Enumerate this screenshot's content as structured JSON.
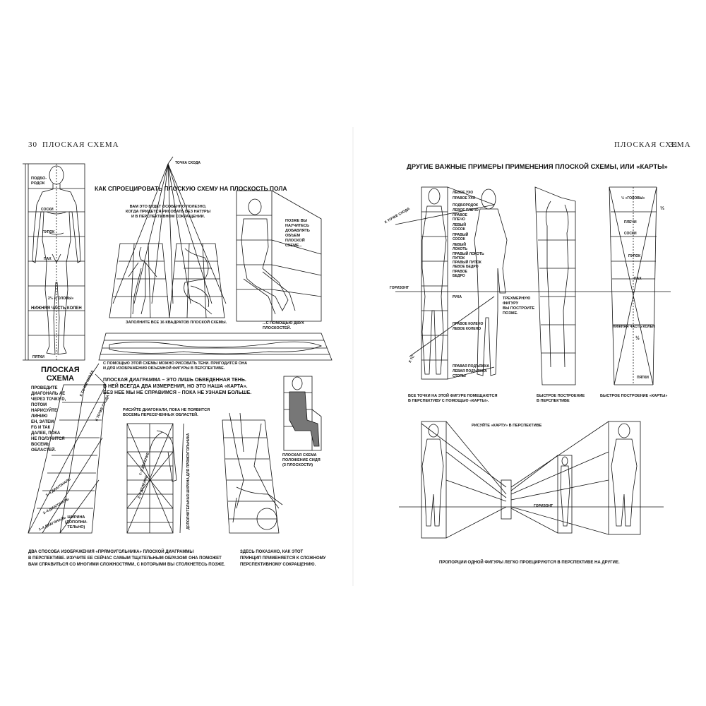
{
  "left_page": {
    "page_number": "30",
    "running_head": "ПЛОСКАЯ СХЕМА",
    "figure1_labels": {
      "podborodok": "ПОДБО-\nРОДОК",
      "soski": "СОСКИ",
      "pupok": "ПУПОК",
      "pakh": "ПАХ",
      "golovy": "2⅓ «ГОЛОВЫ»",
      "nizhnyaya": "НИЖНЯЯ ЧАСТЬ КОЛЕН",
      "pyatki": "ПЯТКИ"
    },
    "ploskaya_shema": {
      "title": "ПЛОСКАЯ\nСХЕМА",
      "body": "ПРОВЕДИТЕ\nДИАГОНАЛЬ AE\nЧЕРЕЗ ТОЧКУ D,\nПОТОМ\nНАРИСУЙТЕ\nЛИНИЮ\nEH, ЗАТЕМ\nFG И ТАК\nДАЛЕЕ, ПОКА\nНЕ ПОЛУЧИТСЯ\nВОСЕМЬ\nОБЛАСТЕЙ."
    },
    "tochka_skhoda": "ТОЧКА СХОДА",
    "projection_heading": "КАК СПРОЕЦИРОВАТЬ ПЛОСКУЮ СХЕМУ НА ПЛОСКОСТЬ ПОЛА",
    "caption_useful": "ВАМ ЭТО БУДЕТ ОСОБЕННО ПОЛЕЗНО,\nКОГДА ПРИДЕТСЯ РИСОВАТЬ БЕЗ НАТУРЫ\nИ В ПЕРСПЕКТИВНОМ СОКРАЩЕНИИ.",
    "caption_later": "ПОЗЖЕ ВЫ\nНАУЧИТЕСЬ\nДОБАВЛЯТЬ\nОБЪЕМ\nПЛОСКОЙ\nСХЕМЕ...",
    "caption_fill": "ЗАПОЛНИТЕ ВСЕ 16 КВАДРАТОВ ПЛОСКОЙ СХЕМЫ.",
    "caption_planes": "...С ПОМОЩЬЮ ДВУХ\nПЛОСКОСТЕЙ.",
    "caption_shadows": "С ПОМОЩЬЮ ЭТОЙ СХЕМЫ МОЖНО РИСОВАТЬ ТЕНИ. ПРИГОДИТСЯ ОНА\nИ ДЛЯ ИЗОБРАЖЕНИЯ ОБЪЕМНОЙ ФИГУРЫ В ПЕРСПЕКТИВЕ.",
    "caption_flat": "ПЛОСКАЯ ДИАГРАММА – ЭТО ЛИШЬ ОБВЕДЕННАЯ ТЕНЬ.\nВ НЕЙ ВСЕГДА ДВА ИЗМЕРЕНИЯ, НО ЭТО НАША «КАРТА».\nБЕЗ НЕЕ МЫ НЕ СПРАВИМСЯ – ПОКА НЕ УЗНАЕМ БОЛЬШЕ.",
    "caption_diagonals": "РИСУЙТЕ ДИАГОНАЛИ, ПОКА НЕ ПОЯВИТСЯ\nВОСЕМЬ ПЕРЕСЕЧЕННЫХ ОБЛАСТЕЙ.",
    "caption_sitting": "ПЛОСКАЯ СХЕМА\nПОЛОЖЕНИЕ СИДЯ\n(3 ПЛОСКОСТИ)",
    "diagram_labels": {
      "k_tochke1": "К ТОЧКЕ СХОДА",
      "k_tochke2": "К ТОЧКЕ СХОДА",
      "diag_3_4": "3–4 ДИАГОНАЛЬ",
      "diag_2_4": "2–4 ДИАГОНАЛЬ",
      "diag_1_4": "1–4 ДИАГОНАЛЬ",
      "shirina": "ШИРИНА\n(ДОПОЛНИ-\nТЕЛЬНО)",
      "del_1_2": "1–2 ДЕЛЕНИЕ",
      "del_2_3": "2–3 ДЕЛЕНИЕ",
      "dop_shirina": "ДОПОЛНИТЕЛЬНАЯ ШИРИНА ДЛЯ ПРЯМОУГОЛЬНИКА"
    },
    "bottom_caption_left": "ДВА СПОСОБА ИЗОБРАЖЕНИЯ «ПРЯМОУГОЛЬНИКА» ПЛОСКОЙ ДИАГРАММЫ\nВ ПЕРСПЕКТИВЕ. ИЗУЧИТЕ ЕЕ СЕЙЧАС САМЫМ ТЩАТЕЛЬНЫМ ОБРАЗОМ! ОНА ПОМОЖЕТ\nВАМ СПРАВИТЬСЯ СО МНОГИМИ СЛОЖНОСТЯМИ, С КОТОРЫМИ ВЫ СТОЛКНЕТЕСЬ ПОЗЖЕ.",
    "bottom_caption_right": "ЗДЕСЬ ПОКАЗАНО, КАК ЭТОТ\nПРИНЦИП ПРИМЕНЯЕТСЯ К СЛОЖНОМУ\nПЕРСПЕКТИВНОМУ СОКРАЩЕНИЮ."
  },
  "right_page": {
    "page_number": "31",
    "running_head": "ПЛОСКАЯ СХЕМА",
    "heading": "ДРУГИЕ ВАЖНЫЕ ПРИМЕРЫ ПРИМЕНЕНИЯ ПЛОСКОЙ СХЕМЫ, ИЛИ «КАРТЫ»",
    "body_labels": [
      "ЛЕВОЕ УХО",
      "ПРАВОЕ УХО",
      "ПОДБОРОДОК",
      "ЛЕВОЕ ПЛЕЧО",
      "ПРАВОЕ\nПЛЕЧО",
      "ЛЕВЫЙ\nСОСОК",
      "ПРАВЫЙ\nСОСОК",
      "ЛЕВЫЙ\nЛОКОТЬ",
      "ПРАВЫЙ ЛОКОТЬ",
      "ПУПОК",
      "ПРАВЫЙ ПУПОК",
      "ЛЕВОЕ БЕДРО",
      "ПРАВОЕ\nБЕДРО",
      "РУКА",
      "ПРАВОЕ КОЛЕНО",
      "ЛЕВОЕ КОЛЕНО",
      "ПРАВАЯ ПОДЪЯЖКА",
      "ЛЕВАЯ ПОДЪЯЖКА",
      "СТОПЫ"
    ],
    "k_tochke": "К ТОЧКЕ СХОДА",
    "k_ts": "К ТС",
    "gorizont": "ГОРИЗОНТ",
    "three_dim": "ТРЕХМЕРНУЮ\nФИГУРУ\nВЫ ПОСТРОИТЕ\nПОЗЖЕ.",
    "golovy": "⅓ «ГОЛОВЫ»",
    "plechi": "ПЛЕЧИ",
    "soski": "СОСКИ",
    "pupok": "ПУПОК",
    "pakh": "ПАХ",
    "nizhnyaya": "НИЖНЯЯ ЧАСТЬ КОЛЕН",
    "pyatki": "ПЯТКИ",
    "frac_half": "½",
    "frac_third": "⅓",
    "caption_points": "ВСЕ ТОЧКИ НА ЭТОЙ ФИГУРЕ ПОМЕЩАЮТСЯ\nВ ПЕРСПЕКТИВУ С ПОМОЩЬЮ «КАРТЫ».",
    "caption_quick1": "БЫСТРОЕ ПОСТРОЕНИЕ\nВ ПЕРСПЕКТИВЕ",
    "caption_quick2": "БЫСТРОЕ ПОСТРОЕНИЕ «КАРТЫ»",
    "caption_draw_map": "РИСУЙТЕ «КАРТУ» В ПЕРСПЕКТИВЕ",
    "gorizont2": "ГОРИЗОНТ",
    "bottom_caption": "ПРОПОРЦИИ ОДНОЙ ФИГУРЫ ЛЕГКО ПРОЕЦИРУЮТСЯ В ПЕРСПЕКТИВЕ НА ДРУГИЕ."
  }
}
